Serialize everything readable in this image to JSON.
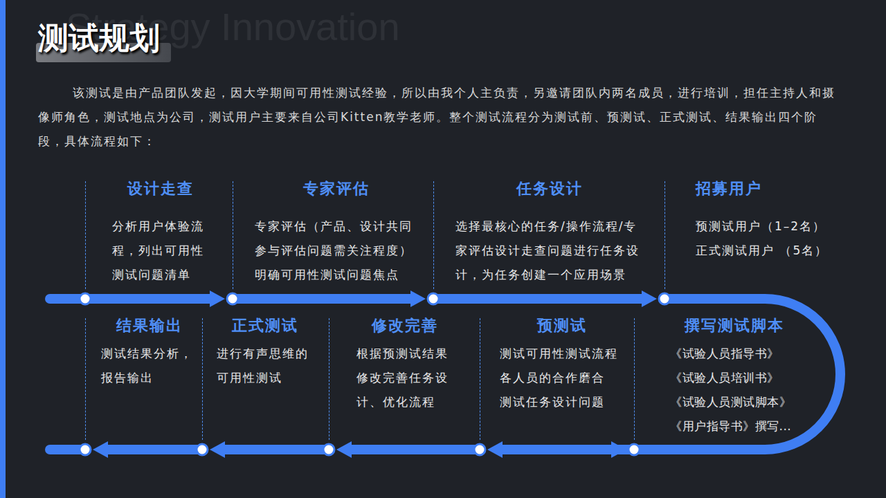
{
  "diagram": {
    "title": "测试规划",
    "nodes": [
      {
        "text": [
          "设计走查",
          "分析用户体验流 程，列出可用性 测试问题清单"
        ]
      },
      {
        "text": [
          "专家评估",
          "专家评估（产品、设计共同 参与评估问题需关注程度）",
          "明确可用性测试问题焦点"
        ]
      },
      {
        "text": [
          "任务设计",
          "选择最核心的任务/操作流程/专 家评估设计走查问题进行任务设 计，为任务创建一个应用场景"
        ]
      },
      {
        "text": [
          "招募用户",
          "预测试用户（1–2名）",
          "正式测试用户 （5名）"
        ]
      },
      {
        "text": [
          "撰写测试脚本",
          "《试验人员指导书》",
          "《试验人员培训书》",
          "《试验人员测试脚本》",
          "《用户指导书》撰写..."
        ]
      },
      {
        "text": [
          "预测试",
          "测试可用性测试流程",
          "各人员的合作磨合",
          "测试任务设计问题"
        ]
      },
      {
        "text": [
          "修改完善",
          "根据预测试结果 修改完善任务设 计、优化流程"
        ]
      },
      {
        "text": [
          "正式测试",
          "进行有声思维的 可用性测试"
        ]
      },
      {
        "text": [
          "结果输出",
          "测试结果分析， 报告输出"
        ]
      }
    ],
    "edges": [
      {
        "from": 0,
        "to": 1,
        "arrow": "to"
      },
      {
        "from": 1,
        "to": 2,
        "arrow": "to"
      },
      {
        "from": 2,
        "to": 3,
        "arrow": "to"
      },
      {
        "from": 3,
        "to": 4,
        "arrow": "to"
      },
      {
        "from": 4,
        "to": 5,
        "arrow": "to"
      },
      {
        "from": 5,
        "to": 6,
        "arrow": "to"
      },
      {
        "from": 6,
        "to": 7,
        "arrow": "to"
      },
      {
        "from": 7,
        "to": 8,
        "arrow": "to"
      }
    ],
    "labels": [
      "该测试是由产品团队发起，因大学期间可用性测试经验，所以由我个人主负责，另邀请团队内两名成员，进行培训，担任主持人和摄像师角色，测试地点为公司，测试用户主要来自公司Kitten教学老师。整个测试流程分为测试前、预测试、正式测试、结果输出四个阶段，具体流程如下：",
      "Strategy Innovation"
    ]
  }
}
